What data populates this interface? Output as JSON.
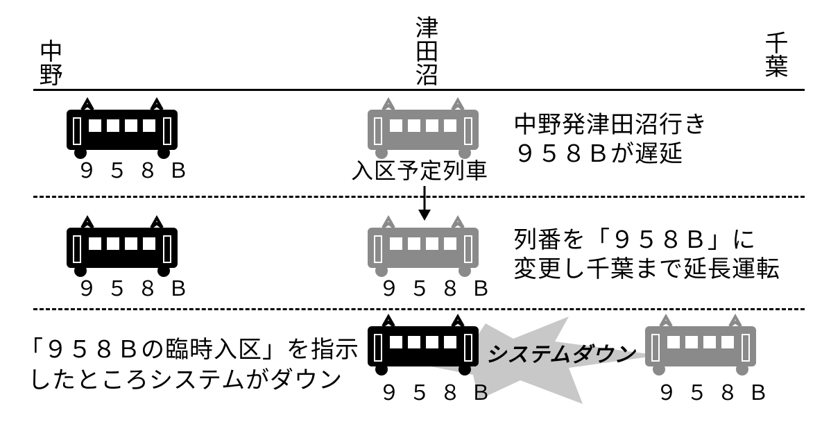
{
  "stations": {
    "left": "中野",
    "middle": "津田沼",
    "right": "千葉"
  },
  "rows": [
    {
      "left_train_number": "９５８Ｂ",
      "middle_caption": "入区予定列車",
      "description_line1": "中野発津田沼行き",
      "description_line2": "９５８Ｂが遅延"
    },
    {
      "left_train_number": "９５８Ｂ",
      "middle_train_number": "９５８Ｂ",
      "description_line1": "列番を「９５８Ｂ」に",
      "description_line2": "変更し千葉まで延長運転"
    },
    {
      "description_line1": "「９５８Ｂの臨時入区」を指示",
      "description_line2": "したところシステムがダウン",
      "middle_train_number": "９５８Ｂ",
      "right_train_number": "９５８Ｂ",
      "burst_label": "システムダウン"
    }
  ],
  "colors": {
    "active_train": "#000000",
    "inactive_train": "#8a8a8a",
    "burst": "#c8c8c8"
  }
}
